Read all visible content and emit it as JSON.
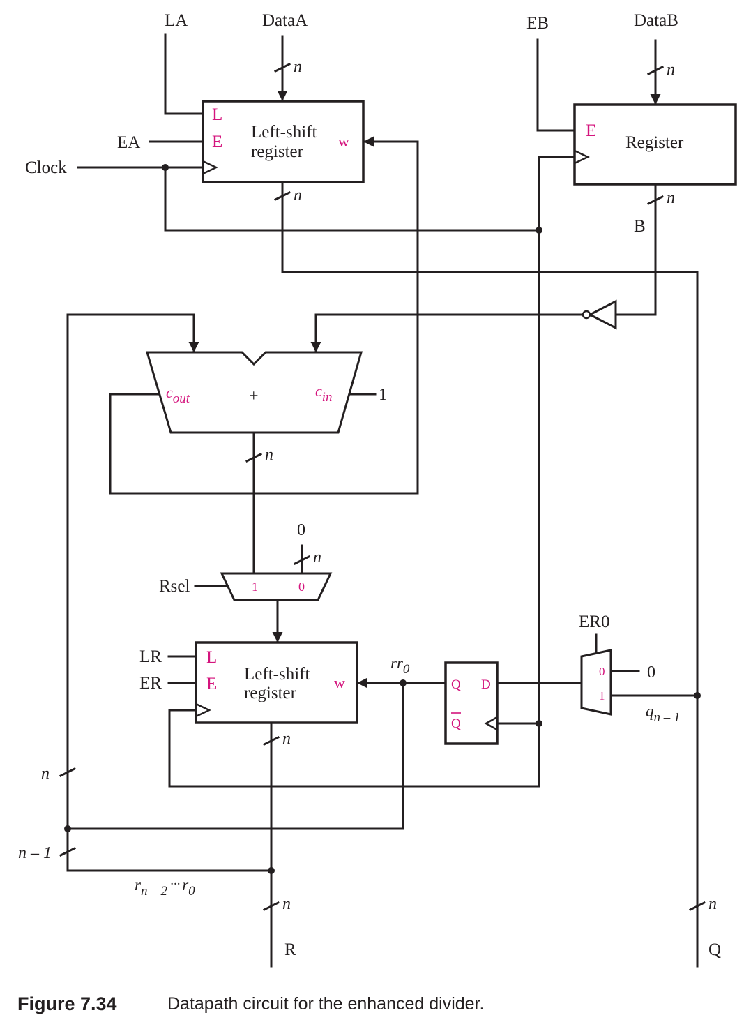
{
  "inputs": {
    "la": "LA",
    "data_a": "DataA",
    "ea": "EA",
    "clock": "Clock",
    "eb": "EB",
    "data_b": "DataB",
    "lr": "LR",
    "er": "ER",
    "rsel": "Rsel",
    "er0": "ER0"
  },
  "register_a": {
    "l": "L",
    "e": "E",
    "line1": "Left-shift",
    "line2": "register",
    "w": "w"
  },
  "register_b": {
    "e": "E",
    "label": "Register"
  },
  "adder": {
    "cout": "c",
    "cout_sub": "out",
    "plus": "+",
    "cin": "c",
    "cin_sub": "in",
    "carry_in_value": "1"
  },
  "mux_r": {
    "in1": "1",
    "in0": "0",
    "const": "0"
  },
  "register_r": {
    "l": "L",
    "e": "E",
    "line1": "Left-shift",
    "line2": "register",
    "w": "w"
  },
  "flipflop": {
    "q": "Q",
    "d": "D",
    "qbar": "Q"
  },
  "mux_er0": {
    "in0": "0",
    "in1": "1",
    "const": "0"
  },
  "signals": {
    "n": "n",
    "b": "B",
    "r": "R",
    "q": "Q",
    "rr0_main": "rr",
    "rr0_sub": "0",
    "qn1_main": "q",
    "qn1_sub": "n – 1",
    "n_minus_1": "n – 1",
    "rn2_r": "r",
    "rn2_sub": "n – 2",
    "rn2_dots": "···",
    "r0_r": "r",
    "r0_sub": "0"
  },
  "caption": {
    "number": "Figure 7.34",
    "text": "Datapath circuit for the enhanced divider."
  }
}
